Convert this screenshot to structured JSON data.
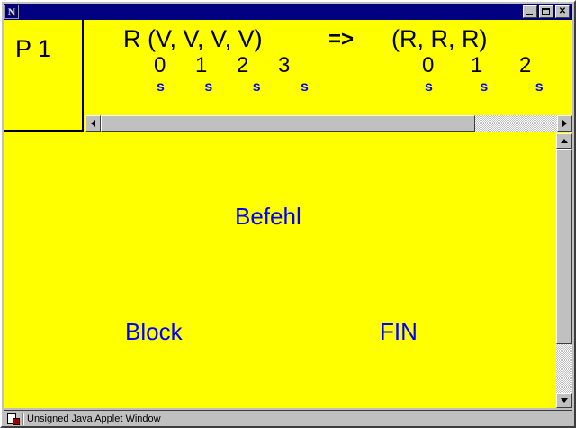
{
  "window": {
    "title": "",
    "icon_name": "netscape-n-icon",
    "controls": {
      "minimize_label": "_",
      "maximize_label": "□",
      "close_label": "✕"
    }
  },
  "colors": {
    "canvas_background": "#FFFF00",
    "node_text": "#0000FF",
    "header_text": "#000000",
    "titlebar": "#000080",
    "chrome": "#C0C0C0"
  },
  "applet": {
    "process_panel": {
      "label": "P 1"
    },
    "instruction": {
      "input_signature": "R (V, V, V, V)",
      "arrow": "=>",
      "output_signature": "(R, R, R)",
      "input_indices": "0 1 2 3",
      "input_subscripts": "s s s s",
      "output_indices": "0 1 2",
      "output_subscripts": "s s s"
    },
    "scrollbars": {
      "horizontal": {
        "left_arrow": "◄",
        "right_arrow": "►",
        "thumb_percent": 82
      },
      "vertical": {
        "up_arrow": "▲",
        "down_arrow": "▼",
        "thumb_percent": 80
      }
    },
    "graph_nodes": [
      {
        "id": "befehl",
        "label": "Befehl"
      },
      {
        "id": "block",
        "label": "Block"
      },
      {
        "id": "fin",
        "label": "FIN"
      }
    ]
  },
  "statusbar": {
    "icon_name": "java-applet-warning-icon",
    "message": "Unsigned Java Applet Window"
  }
}
